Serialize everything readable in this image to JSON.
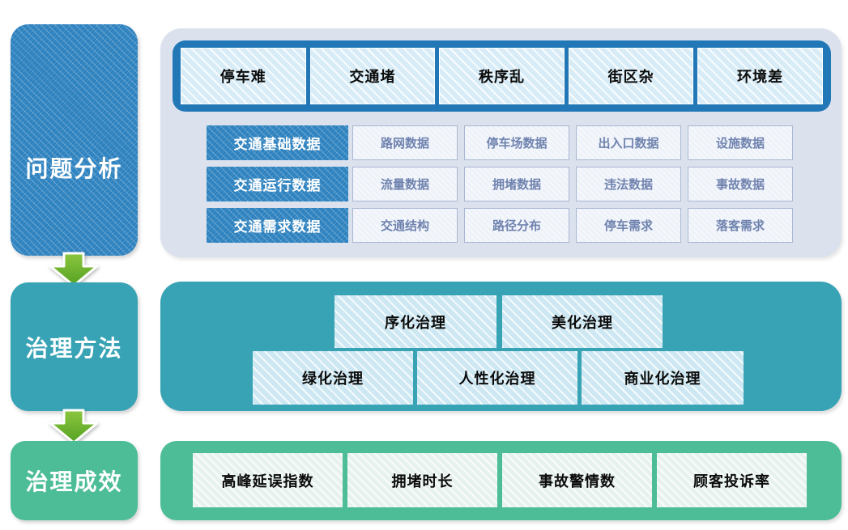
{
  "left_column": {
    "stages": [
      {
        "label": "问题分析"
      },
      {
        "label": "治理方法"
      },
      {
        "label": "治理成效"
      }
    ]
  },
  "problem_panel": {
    "issues": [
      "停车难",
      "交通堵",
      "秩序乱",
      "街区杂",
      "环境差"
    ],
    "data_rows": [
      {
        "header": "交通基础数据",
        "items": [
          "路网数据",
          "停车场数据",
          "出入口数据",
          "设施数据"
        ]
      },
      {
        "header": "交通运行数据",
        "items": [
          "流量数据",
          "拥堵数据",
          "违法数据",
          "事故数据"
        ]
      },
      {
        "header": "交通需求数据",
        "items": [
          "交通结构",
          "路径分布",
          "停车需求",
          "落客需求"
        ]
      }
    ]
  },
  "methods_panel": {
    "row1": [
      "序化治理",
      "美化治理"
    ],
    "row2": [
      "绿化治理",
      "人性化治理",
      "商业化治理"
    ]
  },
  "results_panel": {
    "metrics": [
      "高峰延误指数",
      "拥堵时长",
      "事故警情数",
      "顾客投诉率"
    ]
  },
  "colors": {
    "stage_blue": "#2e82bf",
    "stage_teal": "#38a3b5",
    "stage_green": "#4dbd97",
    "issues_bar_blue": "#2278b7",
    "panel_light": "#dbe2ee",
    "light_box_blue": "#d7ecf6",
    "light_box_green": "#e7f2ee",
    "data_item_text": "#7083af",
    "arrow_green_light": "#8cc63f",
    "arrow_green_dark": "#55a122"
  }
}
